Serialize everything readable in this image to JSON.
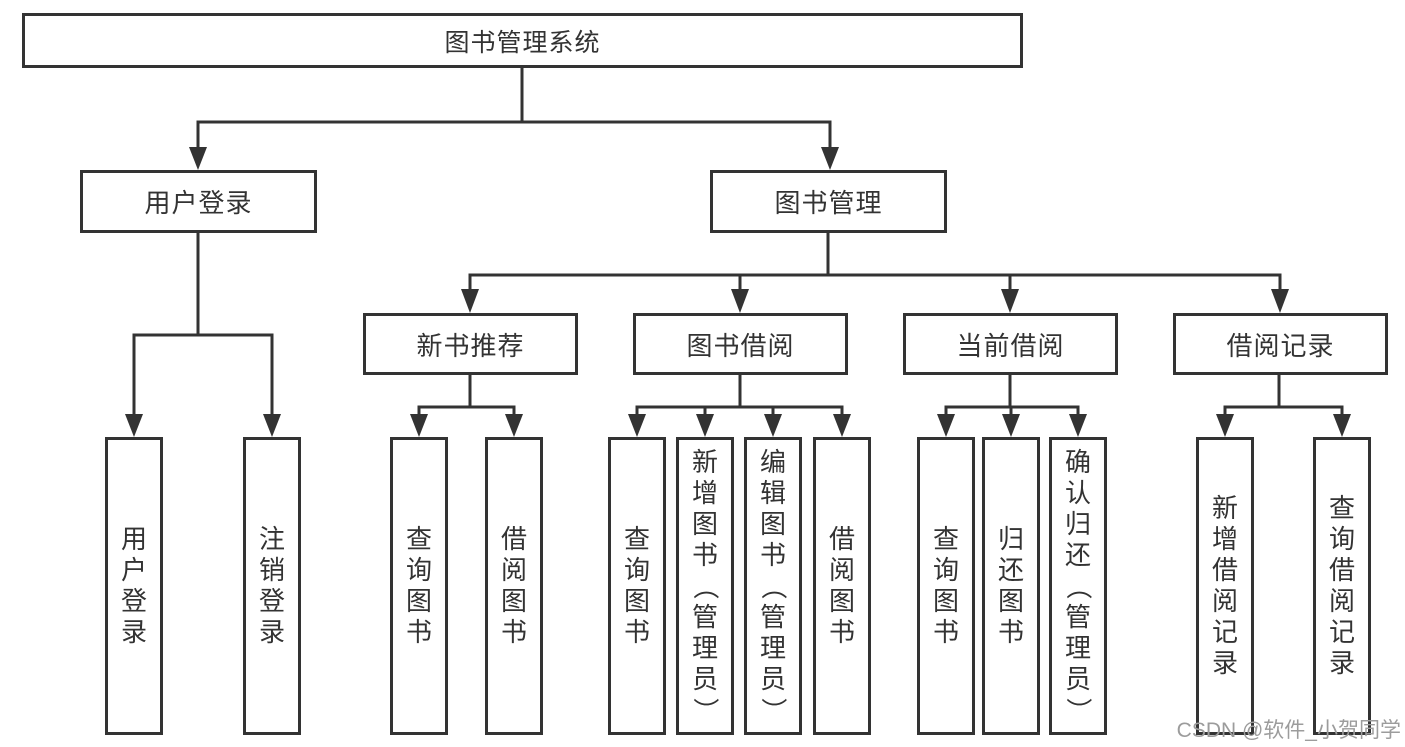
{
  "colors": {
    "line": "#333333",
    "text": "#333333",
    "watermark": "#9c9c9c",
    "background": "#ffffff"
  },
  "watermark": "CSDN @软件_小贺同学",
  "diagram": {
    "root": {
      "label": "图书管理系统"
    },
    "branches": [
      {
        "label": "用户登录",
        "children": [
          {
            "label": "用户登录"
          },
          {
            "label": "注销登录"
          }
        ]
      },
      {
        "label": "图书管理",
        "children": [
          {
            "label": "新书推荐",
            "children": [
              {
                "label": "查询图书"
              },
              {
                "label": "借阅图书"
              }
            ]
          },
          {
            "label": "图书借阅",
            "children": [
              {
                "label": "查询图书"
              },
              {
                "label": "新增图书（管理员）"
              },
              {
                "label": "编辑图书（管理员）"
              },
              {
                "label": "借阅图书"
              }
            ]
          },
          {
            "label": "当前借阅",
            "children": [
              {
                "label": "查询图书"
              },
              {
                "label": "归还图书"
              },
              {
                "label": "确认归还（管理员）"
              }
            ]
          },
          {
            "label": "借阅记录",
            "children": [
              {
                "label": "新增借阅记录"
              },
              {
                "label": "查询借阅记录"
              }
            ]
          }
        ]
      }
    ]
  }
}
